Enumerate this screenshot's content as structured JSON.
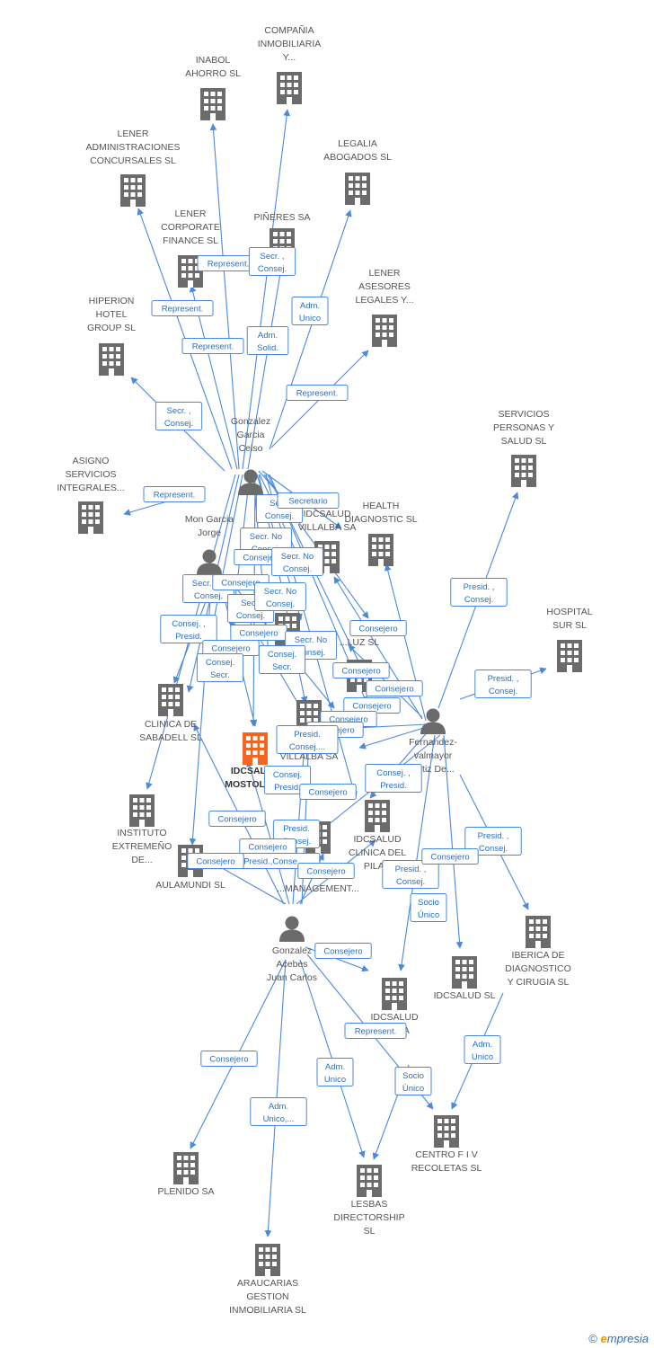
{
  "colors": {
    "edge": "#4a89dc",
    "label_text": "#2a6fc2",
    "icon": "#6b6b6b",
    "focus": "#f26522"
  },
  "nodes": [
    {
      "id": "inabol",
      "kind": "company",
      "lines": [
        "INABOL",
        "AHORRO SL"
      ]
    },
    {
      "id": "compania",
      "kind": "company",
      "lines": [
        "COMPAÑIA",
        "INMOBILIARIA",
        "Y..."
      ]
    },
    {
      "id": "lener_adm",
      "kind": "company",
      "lines": [
        "LENER",
        "ADMINISTRACIONES",
        "CONCURSALES SL"
      ]
    },
    {
      "id": "legalia",
      "kind": "company",
      "lines": [
        "LEGALIA",
        "ABOGADOS  SL"
      ]
    },
    {
      "id": "lener_corp",
      "kind": "company",
      "lines": [
        "LENER",
        "CORPORATE",
        "FINANCE  SL"
      ]
    },
    {
      "id": "pineres",
      "kind": "company",
      "lines": [
        "PIÑERES SA"
      ]
    },
    {
      "id": "lener_ases",
      "kind": "company",
      "lines": [
        "LENER",
        "ASESORES",
        "LEGALES Y..."
      ]
    },
    {
      "id": "hiperion",
      "kind": "company",
      "lines": [
        "HIPERION",
        "HOTEL",
        "GROUP SL"
      ]
    },
    {
      "id": "celso",
      "kind": "person",
      "lines": [
        "Gonzalez",
        "Garcia",
        "Celso"
      ]
    },
    {
      "id": "servicios",
      "kind": "company",
      "lines": [
        "SERVICIOS",
        "PERSONAS Y",
        "SALUD  SL"
      ]
    },
    {
      "id": "asigno",
      "kind": "company",
      "lines": [
        "ASIGNO",
        "SERVICIOS",
        "INTEGRALES..."
      ]
    },
    {
      "id": "jorge",
      "kind": "person",
      "lines": [
        "Mon Garcia",
        "Jorge"
      ]
    },
    {
      "id": "villalba1",
      "kind": "company",
      "lines": [
        "IDCSALUD",
        "VILLALBA SA"
      ]
    },
    {
      "id": "health",
      "kind": "company",
      "lines": [
        "HEALTH",
        "DIAGNOSTIC  SL"
      ]
    },
    {
      "id": "hospital_sur",
      "kind": "company",
      "lines": [
        "HOSPITAL",
        "SUR SL"
      ]
    },
    {
      "id": "hidden1",
      "kind": "company",
      "lines": [
        "...OS",
        "...SA"
      ]
    },
    {
      "id": "luz",
      "kind": "company",
      "lines": [
        "...LUZ SL"
      ]
    },
    {
      "id": "sabadell",
      "kind": "company",
      "lines": [
        "CLINICA DE",
        "SABADELL SL"
      ]
    },
    {
      "id": "villalba2",
      "kind": "company",
      "lines": [
        "VILLALBA SA"
      ]
    },
    {
      "id": "mostoles",
      "kind": "focus",
      "lines": [
        "IDCSALUD",
        "MOSTOLES..."
      ]
    },
    {
      "id": "fernandez",
      "kind": "person",
      "lines": [
        "Fernandez-",
        "valmayor",
        "Ortiz De..."
      ]
    },
    {
      "id": "extremeno",
      "kind": "company",
      "lines": [
        "INSTITUTO",
        "EXTREMEÑO",
        "DE..."
      ]
    },
    {
      "id": "pilar",
      "kind": "company",
      "lines": [
        "IDCSALUD",
        "CLINICA DEL",
        "PILAR"
      ]
    },
    {
      "id": "mgmt",
      "kind": "company",
      "lines": [
        "...MANAGEMENT..."
      ]
    },
    {
      "id": "aulamundi",
      "kind": "company",
      "lines": [
        "AULAMUNDI SL"
      ]
    },
    {
      "id": "iberica",
      "kind": "company",
      "lines": [
        "IBERICA DE",
        "DIAGNOSTICO",
        "Y CIRUGIA SL"
      ]
    },
    {
      "id": "juan",
      "kind": "person",
      "lines": [
        "Gonzalez",
        "Acebes",
        "Juan Carlos"
      ]
    },
    {
      "id": "idcsalud_sl",
      "kind": "company",
      "lines": [
        "IDCSALUD  SL"
      ]
    },
    {
      "id": "idcsalud_sa",
      "kind": "company",
      "lines": [
        "IDCSALUD",
        "...O SA"
      ]
    },
    {
      "id": "centro",
      "kind": "company",
      "lines": [
        "CENTRO F I V",
        "RECOLETAS SL"
      ]
    },
    {
      "id": "plenido",
      "kind": "company",
      "lines": [
        "PLENIDO SA"
      ]
    },
    {
      "id": "lesbas",
      "kind": "company",
      "lines": [
        "LESBAS",
        "DIRECTORSHIP",
        "SL"
      ]
    },
    {
      "id": "araucarias",
      "kind": "company",
      "lines": [
        "ARAUCARIAS",
        "GESTION",
        "INMOBILIARIA SL"
      ]
    }
  ],
  "edge_labels": [
    {
      "lines": [
        "Represent."
      ]
    },
    {
      "lines": [
        "Secr. ,",
        "Consej."
      ]
    },
    {
      "lines": [
        "Represent."
      ]
    },
    {
      "lines": [
        "Adm.",
        "Unico"
      ]
    },
    {
      "lines": [
        "Represent."
      ]
    },
    {
      "lines": [
        "Adm.",
        "Solid."
      ]
    },
    {
      "lines": [
        "Represent."
      ]
    },
    {
      "lines": [
        "Secr. ,",
        "Consej."
      ]
    },
    {
      "lines": [
        "Represent."
      ]
    },
    {
      "lines": [
        "Secr.",
        "Consej."
      ]
    },
    {
      "lines": [
        "Secretario"
      ]
    },
    {
      "lines": [
        "Secr. No",
        "Consej."
      ]
    },
    {
      "lines": [
        "Consejero"
      ]
    },
    {
      "lines": [
        "Secr. No",
        "Consej."
      ]
    },
    {
      "lines": [
        "Secr. No",
        "Consej."
      ]
    },
    {
      "lines": [
        "Consejero"
      ]
    },
    {
      "lines": [
        "Secr.",
        "Consej."
      ]
    },
    {
      "lines": [
        "Secr. No",
        "Consej."
      ]
    },
    {
      "lines": [
        "Consej. ,",
        "Presid."
      ]
    },
    {
      "lines": [
        "Consejero"
      ]
    },
    {
      "lines": [
        "Consejero"
      ]
    },
    {
      "lines": [
        "Consej.",
        "Secr."
      ]
    },
    {
      "lines": [
        "Secr. No",
        "Consej."
      ]
    },
    {
      "lines": [
        "Consej.",
        "Secr."
      ]
    },
    {
      "lines": [
        "Consejero"
      ]
    },
    {
      "lines": [
        "Consejero"
      ]
    },
    {
      "lines": [
        "Consejero"
      ]
    },
    {
      "lines": [
        "Consejero"
      ]
    },
    {
      "lines": [
        "Consejero"
      ]
    },
    {
      "lines": [
        "Consejero"
      ]
    },
    {
      "lines": [
        "Presid. ,",
        "Consej."
      ]
    },
    {
      "lines": [
        "Presid. ,",
        "Consej."
      ]
    },
    {
      "lines": [
        "Presid.",
        "Consej...."
      ]
    },
    {
      "lines": [
        "Consej.",
        "Presid."
      ]
    },
    {
      "lines": [
        "Consej. ,",
        "Presid."
      ]
    },
    {
      "lines": [
        "Consejero"
      ]
    },
    {
      "lines": [
        "Consejero"
      ]
    },
    {
      "lines": [
        "Presid.",
        "Consej."
      ]
    },
    {
      "lines": [
        "Consejero"
      ]
    },
    {
      "lines": [
        "Presid.,Conse..."
      ]
    },
    {
      "lines": [
        "Consejero"
      ]
    },
    {
      "lines": [
        "Consejero"
      ]
    },
    {
      "lines": [
        "Presid. ,",
        "Consej."
      ]
    },
    {
      "lines": [
        "Presid. ,",
        "Consej."
      ]
    },
    {
      "lines": [
        "Consejero"
      ]
    },
    {
      "lines": [
        "Socio",
        "Único"
      ]
    },
    {
      "lines": [
        "Consejero"
      ]
    },
    {
      "lines": [
        "Represent."
      ]
    },
    {
      "lines": [
        "Consejero"
      ]
    },
    {
      "lines": [
        "Adm.",
        "Unico"
      ]
    },
    {
      "lines": [
        "Adm.",
        "Unico"
      ]
    },
    {
      "lines": [
        "Socio",
        "Único"
      ]
    },
    {
      "lines": [
        "Adm.",
        "Unico,..."
      ]
    }
  ],
  "copyright": {
    "symbol": "©",
    "brand_initial": "e",
    "brand_rest": "mpresia"
  }
}
